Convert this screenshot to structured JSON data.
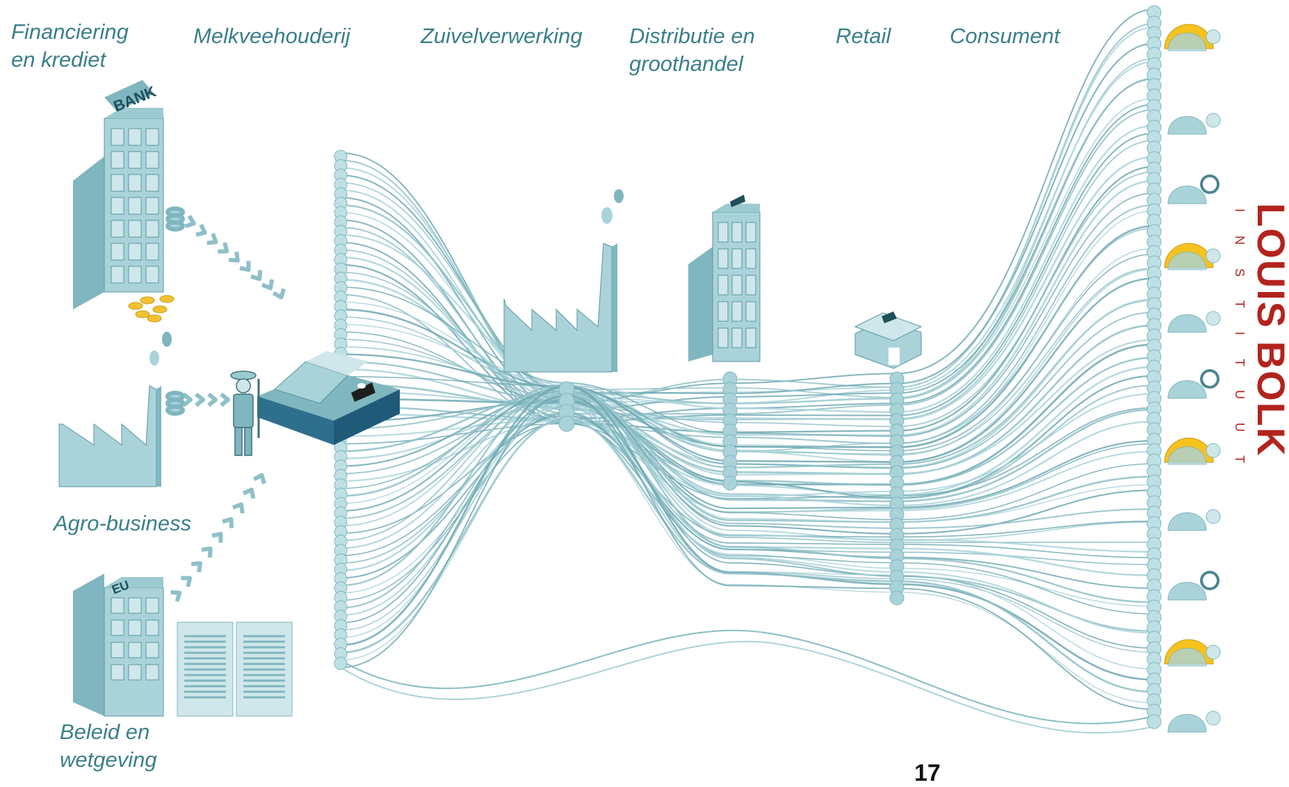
{
  "stages": [
    {
      "id": "financiering",
      "line1": "Financiering",
      "line2": "en krediet"
    },
    {
      "id": "melkveehouderij",
      "line1": "Melkveehouderij"
    },
    {
      "id": "zuivelverwerking",
      "line1": "Zuivelverwerking"
    },
    {
      "id": "distributie",
      "line1": "Distributie en",
      "line2": "groothandel"
    },
    {
      "id": "retail",
      "line1": "Retail"
    },
    {
      "id": "consument",
      "line1": "Consument"
    }
  ],
  "side_labels": {
    "agro": "Agro-business",
    "beleid_line1": "Beleid en",
    "beleid_line2": "wetgeving"
  },
  "building_signs": {
    "bank": "BANK",
    "eu": "EU"
  },
  "brand": {
    "name": "LOUIS BOLK",
    "sub": "INSTITUUT",
    "color": "#b3231d"
  },
  "page_number": "17",
  "colors": {
    "teal_light": "#a9d3d9",
    "teal_mid": "#7fb6c0",
    "teal_dark": "#5a95a1",
    "label": "#3b7f8c",
    "coin": "#f2c230",
    "sun": "#f5c21e"
  }
}
